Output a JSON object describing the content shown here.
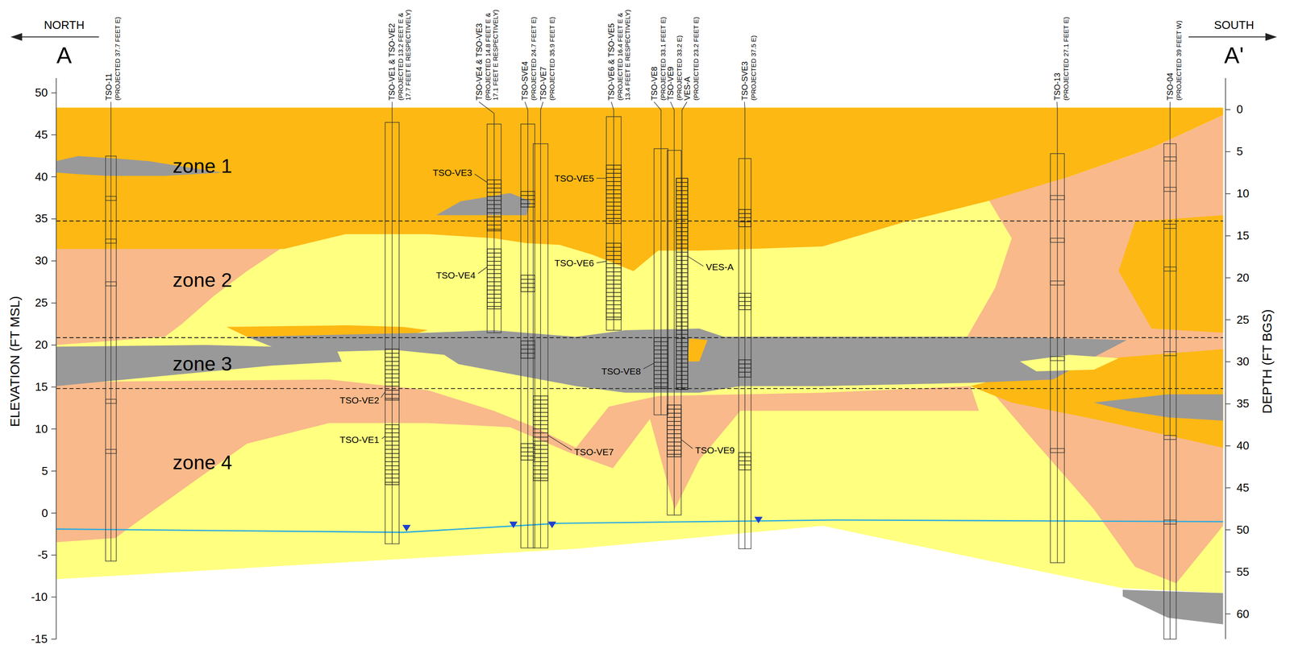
{
  "diagram": {
    "labels": [
      "NORTH",
      "A",
      "SOUTH",
      "A'",
      "ELEVATION (FT MSL)",
      "DEPTH (FT BGS)",
      "50",
      "45",
      "40",
      "35",
      "30",
      "25",
      "20",
      "15",
      "10",
      "5",
      "0",
      "-5",
      "-10",
      "-15",
      "0",
      "5",
      "10",
      "15",
      "20",
      "25",
      "30",
      "35",
      "40",
      "45",
      "50",
      "55",
      "60",
      "TSO-11",
      "(PROJECTED 37.7 FEET E)",
      "TSO-VE1 & TSO-VE2",
      "(PROJECTED 13.2 FEET E & 17.7 FEET E RESPECTIVELY)",
      "TSO-VE4 & TSO-VE3",
      "(PROJECTED 14.8 FEET E & 17.1 FEET E RESPECTIVELY)",
      "TSO-SVE4",
      "(PROJECTED 24.7 FEET E)",
      "TSO-VE7",
      "(PROJECTED 35.9 FEET E)",
      "TSO-VE6 & TSO-VE5",
      "(PROJECTED 16.4 FEET E & 13.4 FEET E RESPECTIVELY)",
      "TSO-VE8",
      "(PROJECTED 33.1 FEET E)",
      "TSO-VE9",
      "(PROJECTED 33.2 E)",
      "VES-A",
      "(PROJECTED 23.2 FEET E)",
      "TSO-SVE3",
      "(PROJECTED 37.5 E)",
      "TSO-13",
      "(PROJECTED 27.1 FEET E)",
      "TSO-04",
      "(PROJECTED 39 FEET W)",
      "zone 1",
      "zone 2",
      "zone 3",
      "zone 4",
      "TSO-VE3",
      "TSO-VE5",
      "TSO-VE4",
      "TSO-VE6",
      "VES-A",
      "TSO-VE8",
      "TSO-VE2",
      "TSO-VE1",
      "TSO-VE7",
      "TSO-VE9"
    ]
  }
}
